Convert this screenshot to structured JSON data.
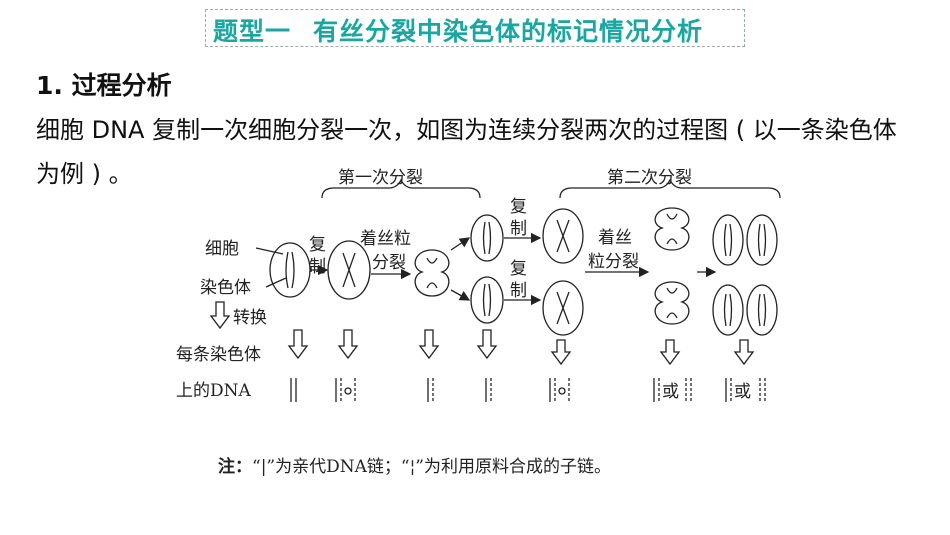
{
  "title": {
    "part1": "题型一",
    "part2": "有丝分裂中染色体的标记情况分析"
  },
  "section_heading": "1. 过程分析",
  "paragraph": "细胞 DNA 复制一次细胞分裂一次，如图为连续分裂两次的过程图 ( 以一条染色体为例 ) 。",
  "diagram": {
    "first_division": "第一次分裂",
    "second_division": "第二次分裂",
    "cell": "细胞",
    "chromosome": "染色体",
    "convert": "转换",
    "per_chromosome_line1": "每条染色体",
    "per_chromosome_line2": "上的DNA",
    "replicate_1": "复",
    "replicate_2": "制",
    "centromere_line1": "着丝粒",
    "centromere_line2": "分裂",
    "centromere2_line1": "着丝",
    "centromere2_line2": "粒分裂",
    "or": "或"
  },
  "note": {
    "label": "注：",
    "text": "“|”为亲代DNA链；“¦”为利用原料合成的子链。"
  }
}
